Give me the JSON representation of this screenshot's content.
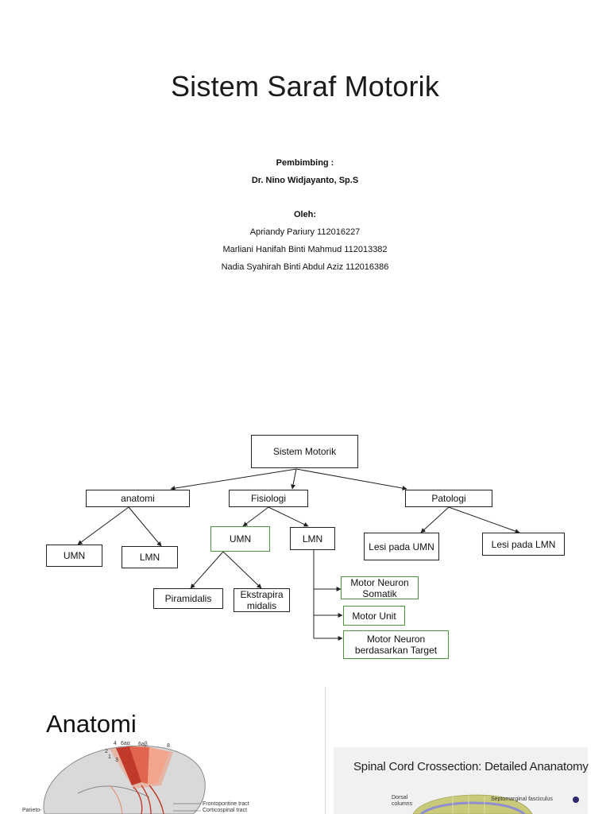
{
  "slide1": {
    "title": "Sistem Saraf Motorik",
    "supervisor_label": "Pembimbing :",
    "supervisor_name": "Dr. Nino Widjayanto, Sp.S",
    "authors_label": "Oleh:",
    "authors": [
      "Apriandy Pariury 112016227",
      "Marliani Hanifah Binti Mahmud 112013382",
      "Nadia Syahirah Binti Abdul Aziz 112016386"
    ]
  },
  "diagram": {
    "root": "Sistem Motorik",
    "anatomi": "anatomi",
    "fisiologi": "Fisiologi",
    "patologi": "Patologi",
    "anatomi_umn": "UMN",
    "anatomi_lmn": "LMN",
    "fisiologi_umn": "UMN",
    "fisiologi_lmn": "LMN",
    "lesi_umn": "Lesi pada UMN",
    "lesi_lmn": "Lesi pada LMN",
    "piramidalis": "Piramidalis",
    "ekstrapiramidalis": "Ekstrapira midalis",
    "motor_neuron_somatik": "Motor Neuron Somatik",
    "motor_unit": "Motor Unit",
    "motor_neuron_target": "Motor Neuron berdasarkan Target",
    "colors": {
      "green_border": "#4a9a3a",
      "line": "#222222"
    }
  },
  "slide2": {
    "heading": "Anatomi",
    "spinal_title": "Spinal Cord Crossection: Detailed Ananatomy",
    "brain_labels": {
      "area_4": "4",
      "area_6": "6aα",
      "area_6b": "6aβ",
      "area_8": "8",
      "num_2": "2",
      "num_1": "1",
      "num_3": "3",
      "parieto": "Parieto-",
      "tract1": "Frontopontine tract",
      "tract2": "Corticospinal tract"
    },
    "spinal_labels": {
      "dorsal": "Dorsal columns",
      "septomarginal": "Septomarginal fasciculus"
    }
  }
}
